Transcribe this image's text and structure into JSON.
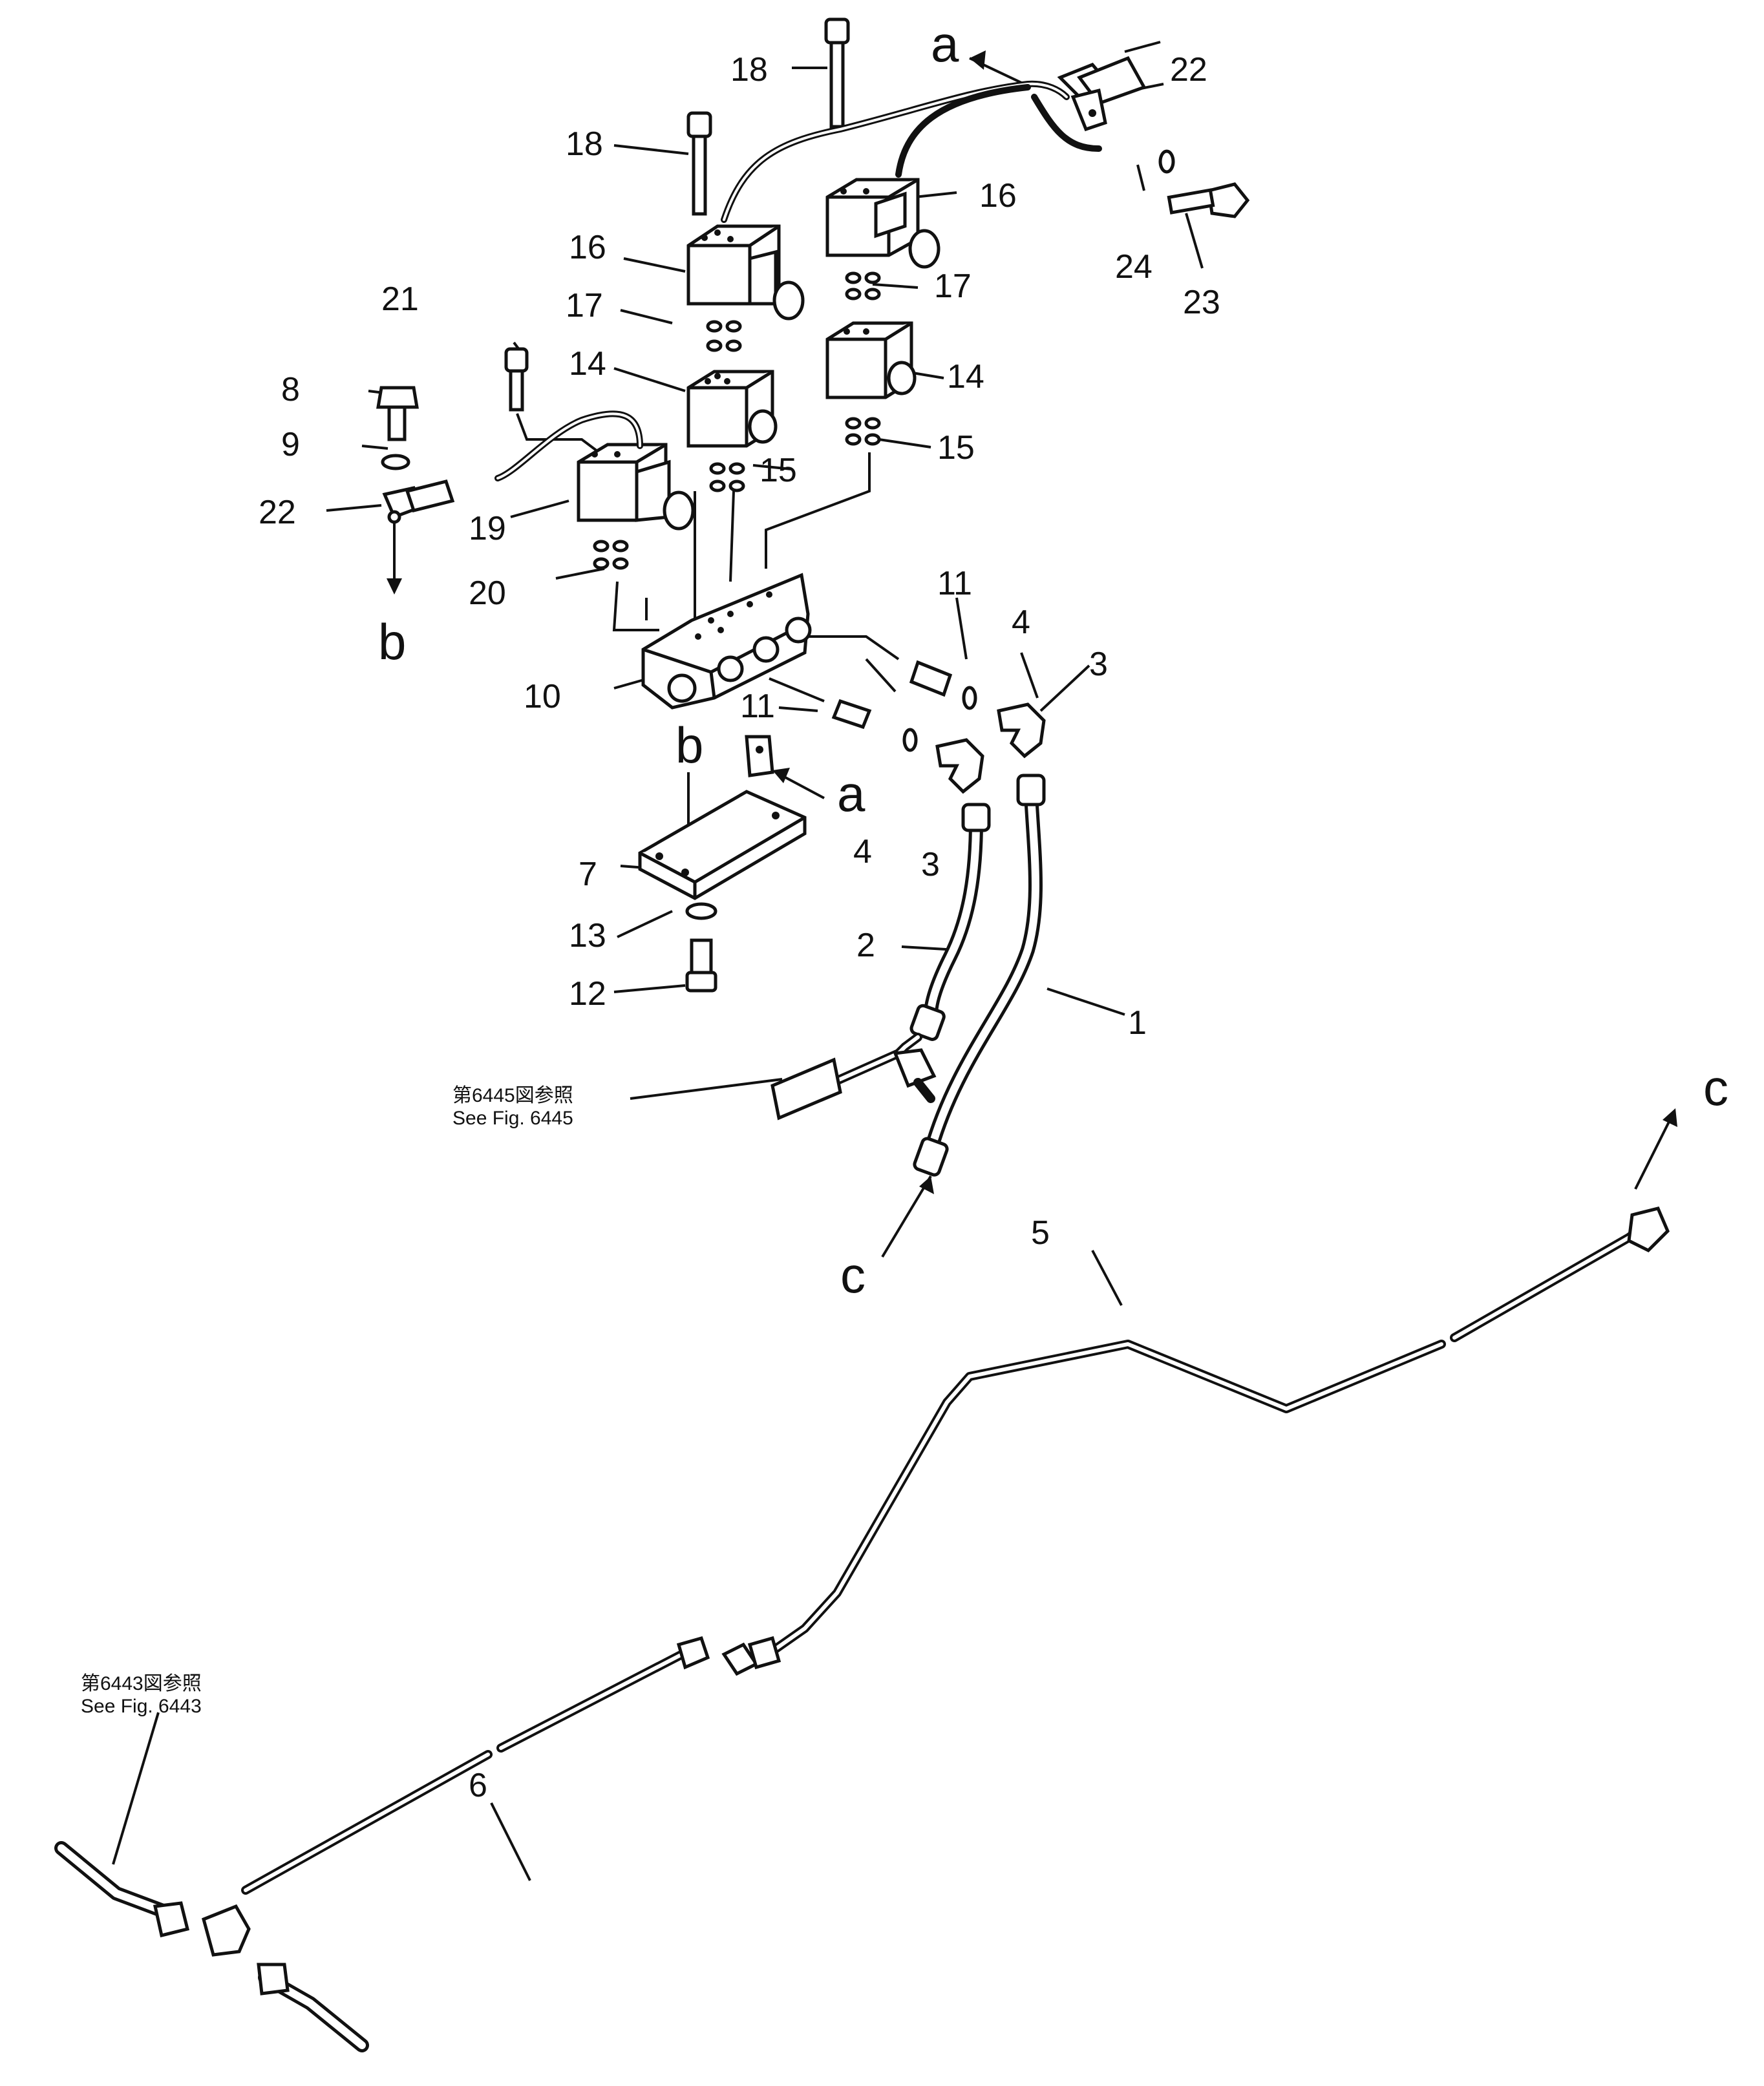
{
  "diagram": {
    "part_labels": {
      "p1": "1",
      "p2": "2",
      "p3a": "3",
      "p3b": "3",
      "p4a": "4",
      "p4b": "4",
      "p5": "5",
      "p6": "6",
      "p7": "7",
      "p8": "8",
      "p9": "9",
      "p10": "10",
      "p11a": "11",
      "p11b": "11",
      "p12": "12",
      "p13": "13",
      "p14a": "14",
      "p14b": "14",
      "p15a": "15",
      "p15b": "15",
      "p16a": "16",
      "p16b": "16",
      "p17a": "17",
      "p17b": "17",
      "p18a": "18",
      "p18b": "18",
      "p19": "19",
      "p20": "20",
      "p21": "21",
      "p22a": "22",
      "p22b": "22",
      "p23": "23",
      "p24": "24"
    },
    "connection_labels": {
      "a_top": "a",
      "a_bracket": "a",
      "b_left": "b",
      "b_plate": "b",
      "c_hose": "c",
      "c_pipe": "c"
    },
    "references": {
      "fig6445_jp": "第6445図参照",
      "fig6445_en": "See  Fig.  6445",
      "fig6443_jp": "第6443図参照",
      "fig6443_en": "See  Fig.  6443"
    }
  }
}
